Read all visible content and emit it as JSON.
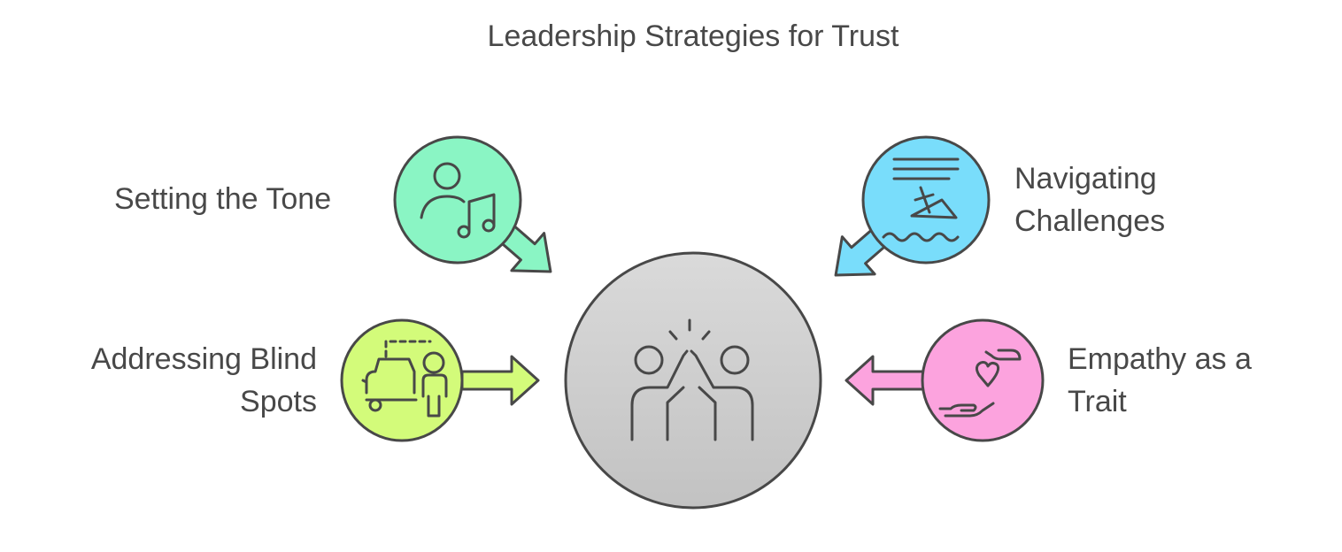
{
  "diagram": {
    "title": "Leadership Strategies for Trust",
    "center": {
      "icon": "high-five-icon",
      "fill": "#cfcfcf"
    },
    "nodes": [
      {
        "id": "setting-the-tone",
        "label_lines": [
          "Setting the Tone"
        ],
        "icon": "person-music-icon",
        "fill": "#8af5c4",
        "arrow": "toward-center"
      },
      {
        "id": "addressing-blind-spots",
        "label_lines": [
          "Addressing Blind",
          "Spots"
        ],
        "icon": "car-person-icon",
        "fill": "#d3fb7a",
        "arrow": "toward-center"
      },
      {
        "id": "navigating-challenges",
        "label_lines": [
          "Navigating",
          "Challenges"
        ],
        "icon": "sinking-ship-icon",
        "fill": "#79ddfb",
        "arrow": "toward-center"
      },
      {
        "id": "empathy-as-a-trait",
        "label_lines": [
          "Empathy as a",
          "Trait"
        ],
        "icon": "hands-heart-icon",
        "fill": "#fca3de",
        "arrow": "toward-center"
      }
    ]
  },
  "colors": {
    "stroke": "#484848",
    "text": "#484848",
    "background": "#ffffff"
  }
}
